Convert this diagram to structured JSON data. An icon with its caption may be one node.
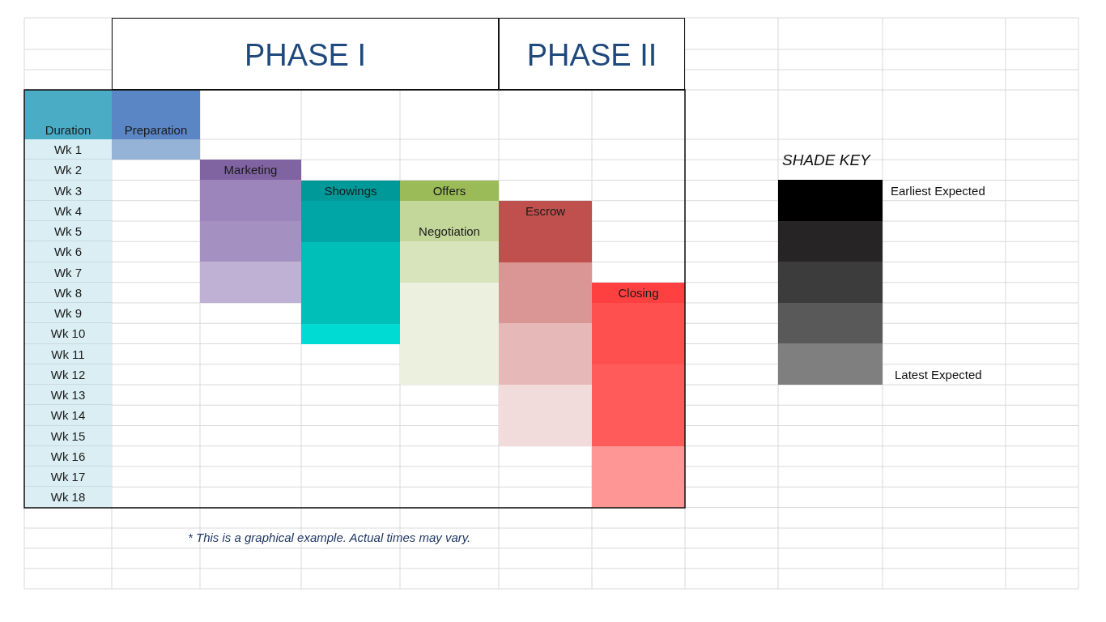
{
  "diagram": {
    "nodes": [
      {
        "text": [
          "PHASE I"
        ]
      },
      {
        "text": [
          "PHASE II"
        ]
      },
      {
        "text": [
          "Duration"
        ]
      },
      {
        "text": [
          "Preparation"
        ]
      },
      {
        "text": [
          "Marketing"
        ]
      },
      {
        "text": [
          "Showings"
        ]
      },
      {
        "text": [
          "Offers"
        ]
      },
      {
        "text": [
          "Negotiation"
        ]
      },
      {
        "text": [
          "Escrow"
        ]
      },
      {
        "text": [
          "Closing"
        ]
      }
    ],
    "edges": [],
    "labels": [
      "Wk 1",
      "Wk 2",
      "Wk 3",
      "Wk 4",
      "Wk 5",
      "Wk 6",
      "Wk 7",
      "Wk 8",
      "Wk 9",
      "Wk 10",
      "Wk 11",
      "Wk 12",
      "Wk 13",
      "Wk 14",
      "Wk 15",
      "Wk 16",
      "Wk 17",
      "Wk 18",
      "SHADE KEY",
      "* This is a graphical example. Actual times may vary."
    ],
    "legend": [
      {
        "text": "Earliest Expected",
        "color": "#000000"
      },
      {
        "text": "Latest Expected",
        "color": "#7f7f7f"
      }
    ]
  }
}
